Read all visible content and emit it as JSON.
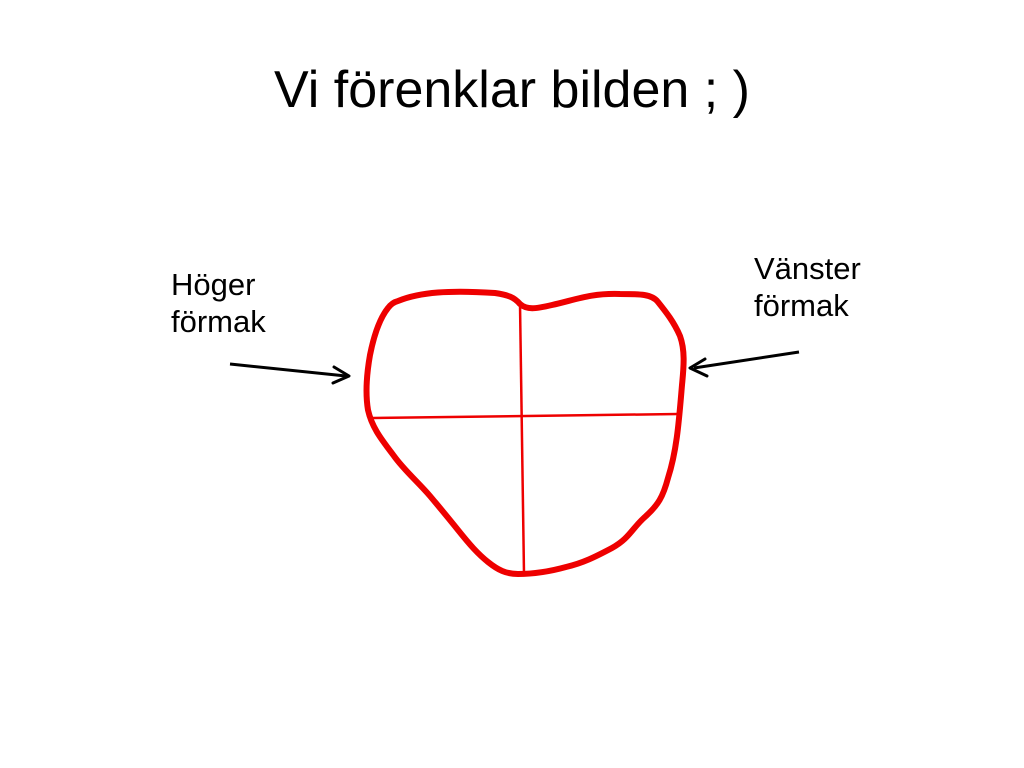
{
  "slide": {
    "title": "Vi förenklar bilden ; )",
    "labels": {
      "right_atrium": {
        "line1": "Höger",
        "line2": "förmak"
      },
      "left_atrium": {
        "line1": "Vänster",
        "line2": "förmak"
      }
    }
  },
  "colors": {
    "heart_outline": "#ee0000",
    "arrows": "#000000",
    "text": "#000000",
    "background": "#ffffff"
  },
  "icons": [
    "heart-outline-icon",
    "arrow-right-icon",
    "arrow-left-icon"
  ]
}
